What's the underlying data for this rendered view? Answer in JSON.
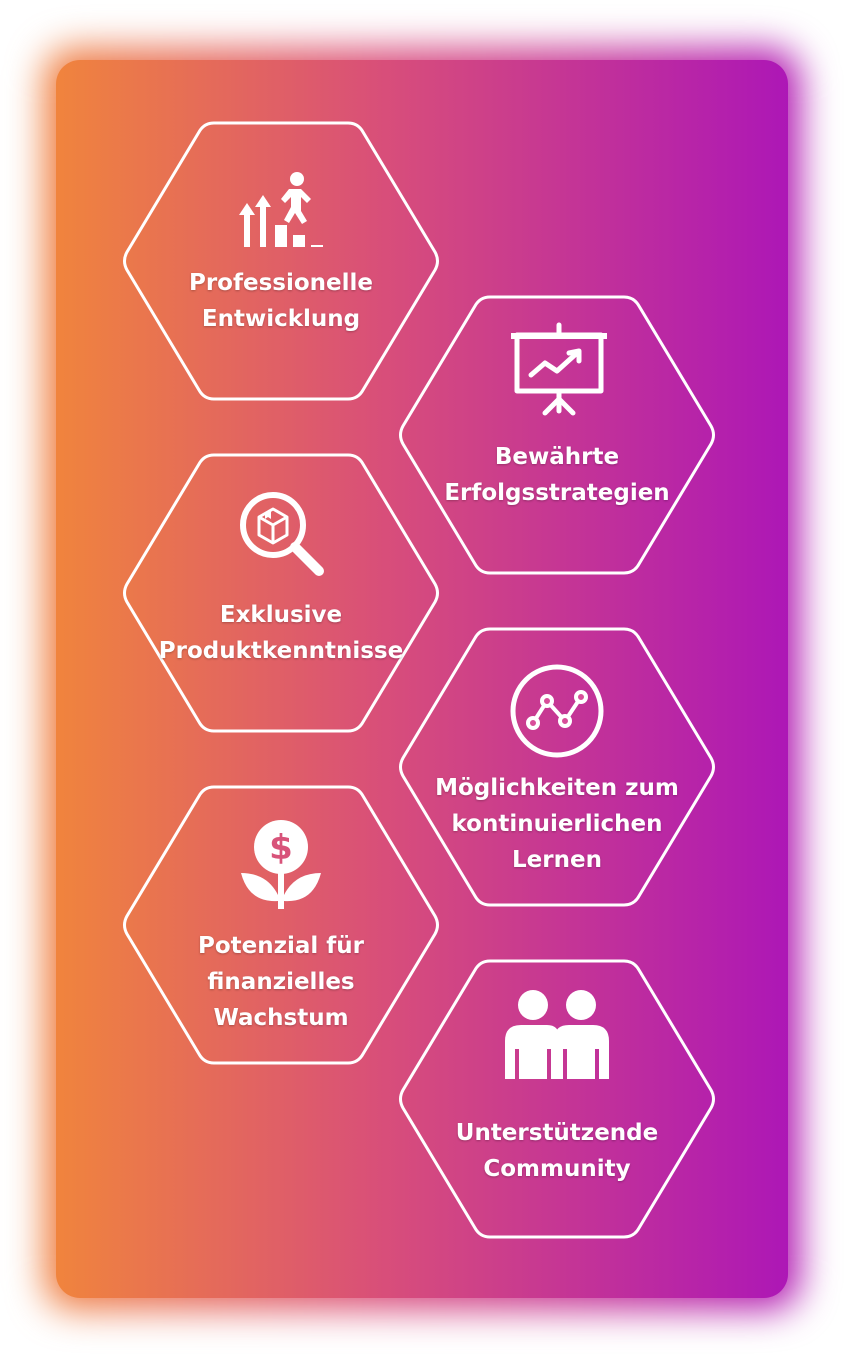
{
  "features": [
    {
      "label": "Professionelle\nEntwicklung",
      "icon": "career-growth-icon"
    },
    {
      "label": "Bewährte\nErfolgsstrategien",
      "icon": "presentation-chart-icon"
    },
    {
      "label": "Exklusive\nProduktkenntnisse",
      "icon": "product-search-icon"
    },
    {
      "label": "Möglichkeiten zum\nkontinuierlichen\nLernen",
      "icon": "line-graph-icon"
    },
    {
      "label": "Potenzial für\nfinanzielles\nWachstum",
      "icon": "money-plant-icon"
    },
    {
      "label": "Unterstützende\nCommunity",
      "icon": "community-people-icon"
    }
  ],
  "colors": {
    "gradient_start": "#f0843d",
    "gradient_mid": "#d84e7a",
    "gradient_end": "#ad17b6",
    "foreground": "#ffffff"
  }
}
